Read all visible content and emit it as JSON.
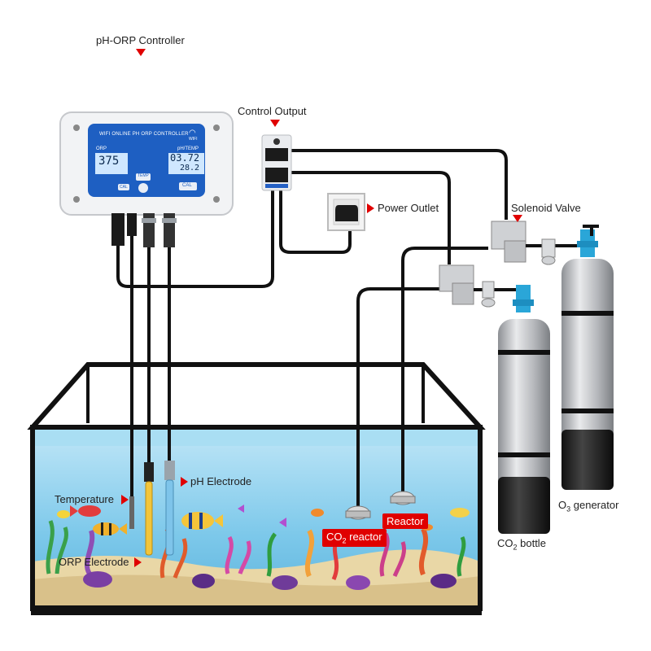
{
  "labels": {
    "controller": "pH-ORP Controller",
    "control_output": "Control Output",
    "power_outlet": "Power Outlet",
    "solenoid_valve": "Solenoid Valve",
    "ph_electrode": "pH Electrode",
    "temperature": "Temperature",
    "orp_electrode": "ORP Electrode",
    "co2_reactor_prefix": "CO",
    "co2_reactor_sub": "2",
    "co2_reactor_suffix": " reactor",
    "reactor": "Reactor",
    "o3_generator_prefix": "O",
    "o3_generator_sub": "3",
    "o3_generator_suffix": " generator",
    "co2_bottle_prefix": "CO",
    "co2_bottle_sub": "2",
    "co2_bottle_suffix": " bottle"
  },
  "device": {
    "header": "WIFI ONLINE PH ORP CONTROLLER",
    "wifi_tag": "WIFI",
    "orp_label": "ORP",
    "orp_value": "375",
    "ph_label": "pH/TEMP",
    "ph_value": "03.72",
    "temp_value": "28.2",
    "btn_temp": "TEMP",
    "btn_cal_left": "CAL",
    "btn_cal_right": "CAL"
  },
  "colors": {
    "device_blue": "#1e5fc2",
    "lcd_bg": "#cfe7ff",
    "water": "#8fd2ef",
    "cable": "#111111",
    "tag_red": "#e00000",
    "cylinder_gray": "#c9cbce"
  }
}
